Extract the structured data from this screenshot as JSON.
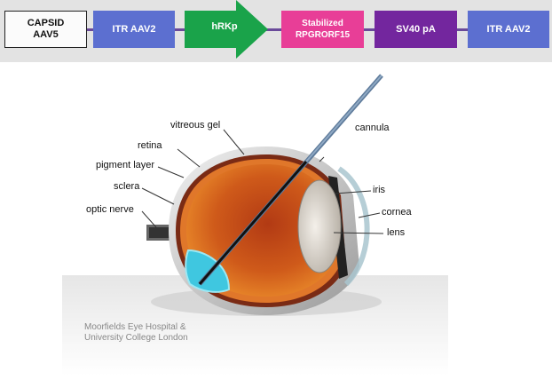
{
  "construct": {
    "capsid": "CAPSID\nAAV5",
    "itr_left": "ITR AAV2",
    "promoter": "hRKp",
    "transgene": "Stabilized\nRPGRORF15",
    "polya": "SV40 pA",
    "itr_right": "ITR AAV2",
    "colors": {
      "itr": "#5c6fd0",
      "promoter": "#1aa34a",
      "transgene": "#e83e97",
      "polya": "#73269e",
      "backbone": "#6a4a9a"
    }
  },
  "eye_diagram": {
    "labels": {
      "vitreous_gel": "vitreous gel",
      "retina": "retina",
      "pigment_layer": "pigment layer",
      "sclera": "sclera",
      "optic_nerve": "optic nerve",
      "cannula": "cannula",
      "iris": "iris",
      "cornea": "cornea",
      "lens": "lens"
    },
    "credit": "Moorfields Eye Hospital &\nUniversity College London"
  }
}
